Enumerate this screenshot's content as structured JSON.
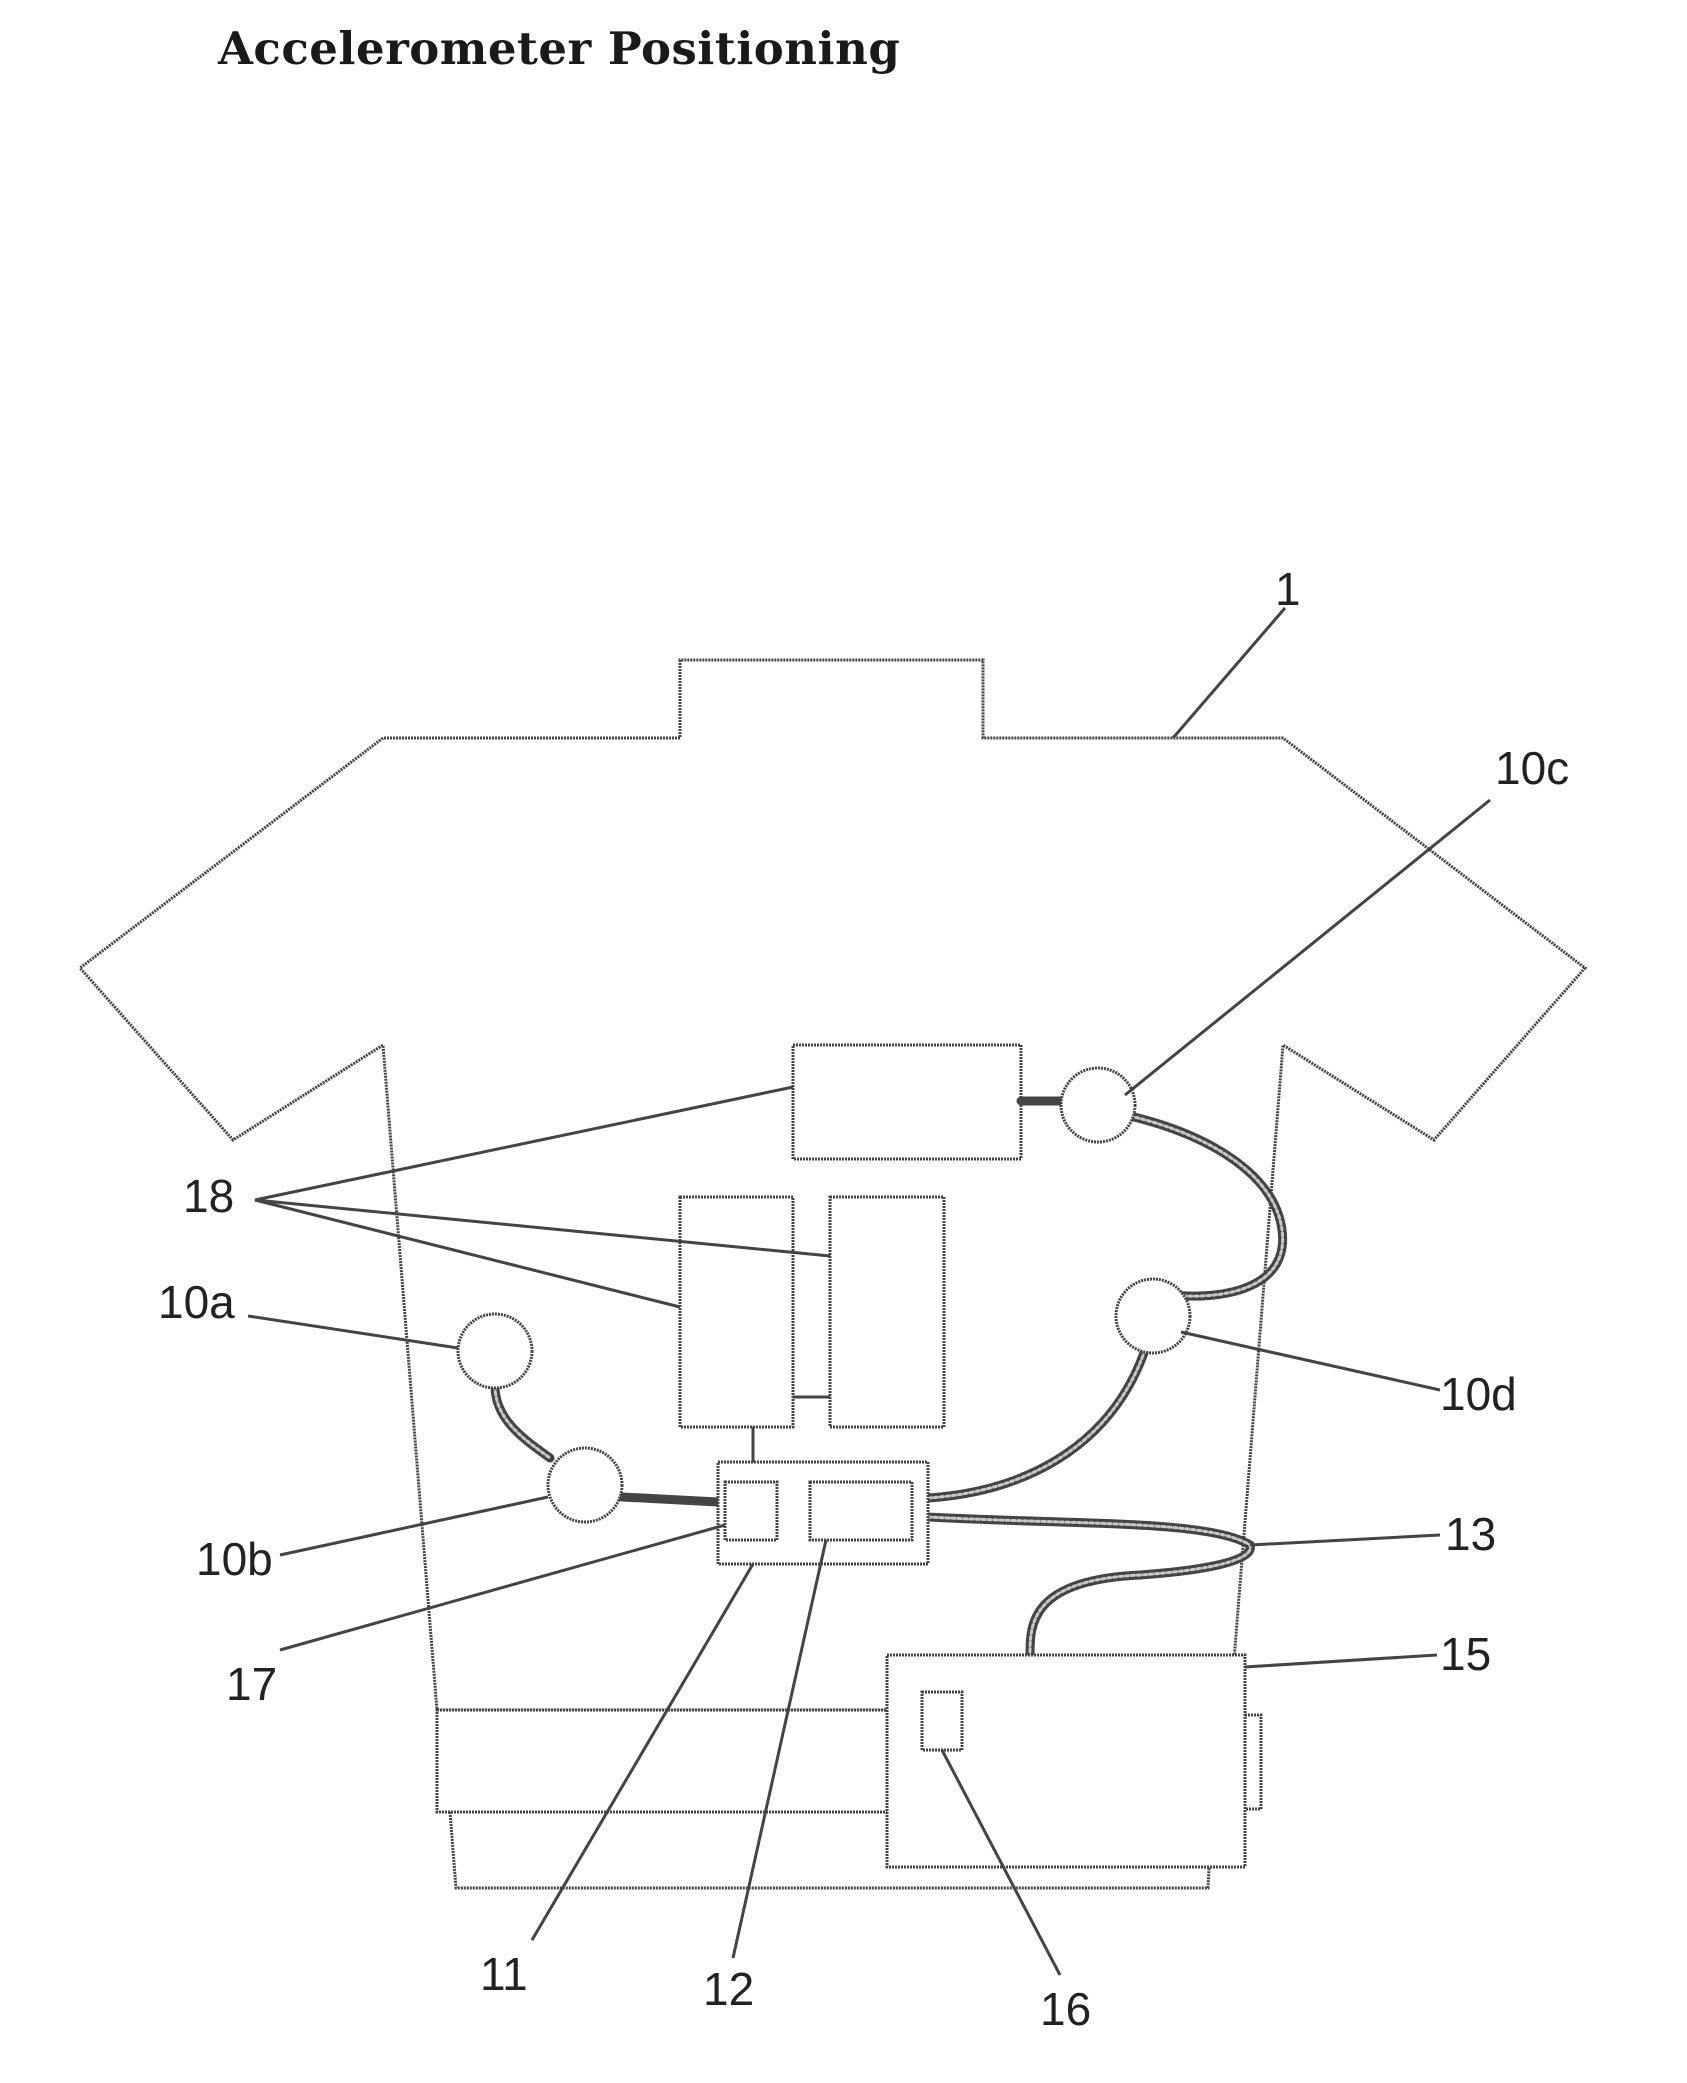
{
  "title": "Accelerometer Positioning",
  "labels": {
    "shirt": "1",
    "sensor_a": "10a",
    "sensor_b": "10b",
    "sensor_c": "10c",
    "sensor_d": "10d",
    "unit_11": "11",
    "unit_12": "12",
    "cable": "13",
    "belt_unit": "15",
    "unit_16": "16",
    "unit_17": "17",
    "garment_modules": "18"
  }
}
